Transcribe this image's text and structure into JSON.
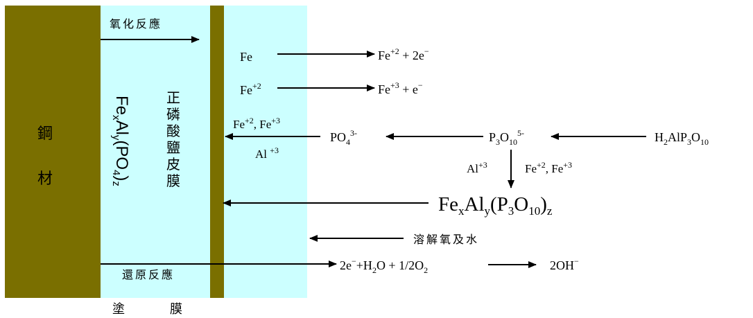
{
  "labels": {
    "steel": [
      "鋼",
      "材"
    ],
    "oxidation": "氧化反應",
    "reduction": "還原反應",
    "coating": [
      "塗",
      "膜"
    ],
    "phosphate_film": [
      "正",
      "磷",
      "酸",
      "鹽",
      "皮",
      "膜"
    ],
    "dissolved_oxygen": "溶解氧及水",
    "feal_po4": {
      "base": "Fe",
      "x": "x",
      "al": "Al",
      "y": "y",
      "po": "(PO",
      "four": "4",
      "close": ")",
      "z": "z"
    }
  },
  "reactions": {
    "r1": {
      "lhs": "Fe",
      "rhs": {
        "a": "Fe",
        "a_sup": "+2",
        "b": " + 2e",
        "b_sup": "−"
      }
    },
    "r2": {
      "lhs": "Fe",
      "lhs_sup": "+2",
      "rhs": {
        "a": "Fe",
        "a_sup": "+3",
        "b": " + e",
        "b_sup": "−"
      }
    },
    "ions_top": {
      "a": "Fe",
      "a_sup": "+2",
      "b": ", Fe",
      "b_sup": "+3"
    },
    "ions_al": {
      "a": "Al ",
      "a_sup": "+3"
    },
    "po4": {
      "a": "PO",
      "sub": "4",
      "sup": "3-"
    },
    "p3o10": {
      "a": "P",
      "sub1": "3",
      "b": "O",
      "sub2": "10",
      "sup": "5-"
    },
    "h2alp3o10": {
      "a": "H",
      "sub1": "2",
      "b": "AlP",
      "sub2": "3",
      "c": "O",
      "sub3": "10"
    },
    "down_left": {
      "a": "Al",
      "a_sup": "+3"
    },
    "down_right": {
      "a": "Fe",
      "a_sup": "+2",
      "b": ", Fe",
      "b_sup": "+3"
    },
    "product": {
      "a": "Fe",
      "x": "x",
      "b": "Al",
      "y": "y",
      "c": "(P",
      "s3": "3",
      "d": "O",
      "s10": "10",
      "e": ")",
      "z": "z"
    },
    "cathodic": {
      "a": "2e",
      "a_sup": "−",
      "b": "+H",
      "sub1": "2",
      "c": "O + 1/2O",
      "sub2": "2"
    },
    "hydroxide": {
      "a": "2OH",
      "sup": "−"
    }
  },
  "colors": {
    "steel": "#7a6f00",
    "film": "#ccffff",
    "barrier": "#7a6f00",
    "ink": "#000000"
  }
}
